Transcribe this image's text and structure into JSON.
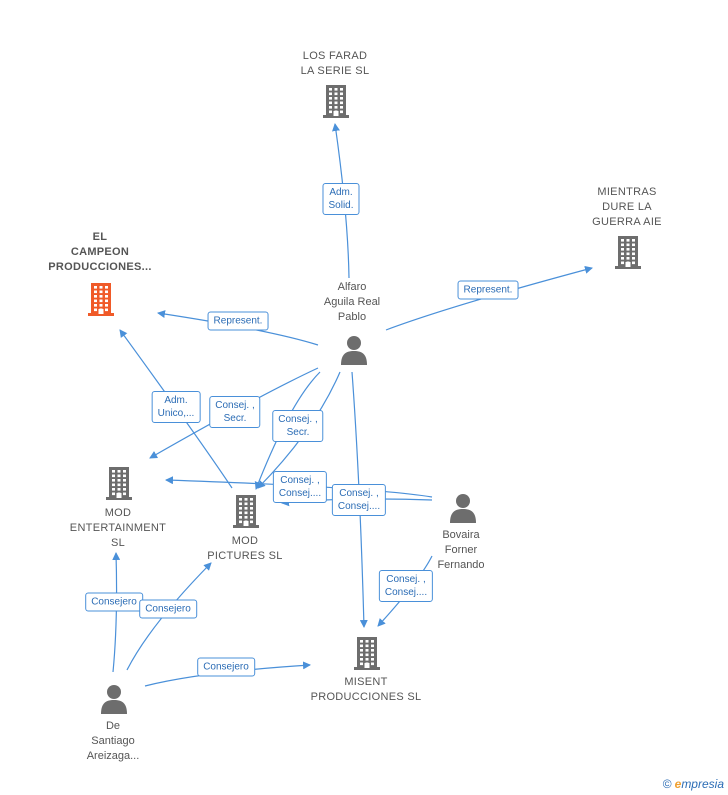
{
  "colors": {
    "edge": "#4a90d9",
    "node_icon": "#6d6d6d",
    "highlight_icon": "#f05a28",
    "label_text": "#555555"
  },
  "nodes": {
    "los_farad": {
      "lines": [
        "LOS FARAD",
        "LA SERIE  SL"
      ],
      "kind": "company",
      "icon": "building-icon"
    },
    "mientras": {
      "lines": [
        "MIENTRAS",
        "DURE LA",
        "GUERRA AIE"
      ],
      "kind": "company",
      "icon": "building-icon"
    },
    "el_campeon": {
      "lines": [
        "EL",
        "CAMPEON",
        "PRODUCCIONES..."
      ],
      "kind": "company",
      "icon": "building-icon",
      "highlight": true
    },
    "alfaro": {
      "lines": [
        "Alfaro",
        "Aguila Real",
        "Pablo"
      ],
      "kind": "person",
      "icon": "person-icon"
    },
    "mod_entertainment": {
      "lines": [
        "MOD",
        "ENTERTAINMENT",
        "SL"
      ],
      "kind": "company",
      "icon": "building-icon"
    },
    "mod_pictures": {
      "lines": [
        "MOD",
        "PICTURES  SL"
      ],
      "kind": "company",
      "icon": "building-icon"
    },
    "bovaira": {
      "lines": [
        "Bovaira",
        "Forner",
        "Fernando"
      ],
      "kind": "person",
      "icon": "person-icon"
    },
    "misent": {
      "lines": [
        "MISENT",
        "PRODUCCIONES SL"
      ],
      "kind": "company",
      "icon": "building-icon"
    },
    "de_santiago": {
      "lines": [
        "De",
        "Santiago",
        "Areizaga..."
      ],
      "kind": "person",
      "icon": "person-icon"
    }
  },
  "edges": [
    {
      "label": [
        "Adm.",
        "Solid."
      ]
    },
    {
      "label": [
        "Represent."
      ]
    },
    {
      "label": [
        "Represent."
      ]
    },
    {
      "label": [
        "Adm.",
        "Unico,..."
      ]
    },
    {
      "label": [
        "Consej. ,",
        "Secr."
      ]
    },
    {
      "label": [
        "Consej. ,",
        "Secr."
      ]
    },
    {
      "label": [
        "Consej. ,",
        "Consej...."
      ]
    },
    {
      "label": [
        "Consej. ,",
        "Consej...."
      ]
    },
    {
      "label": [
        "Consej. ,",
        "Consej...."
      ]
    },
    {
      "label": [
        "Consejero"
      ]
    },
    {
      "label": [
        "Consejero"
      ]
    },
    {
      "label": [
        "Consejero"
      ]
    },
    {
      "label": []
    }
  ],
  "footer": {
    "copyright": "©",
    "brand_first": "e",
    "brand_rest": "mpresia"
  }
}
